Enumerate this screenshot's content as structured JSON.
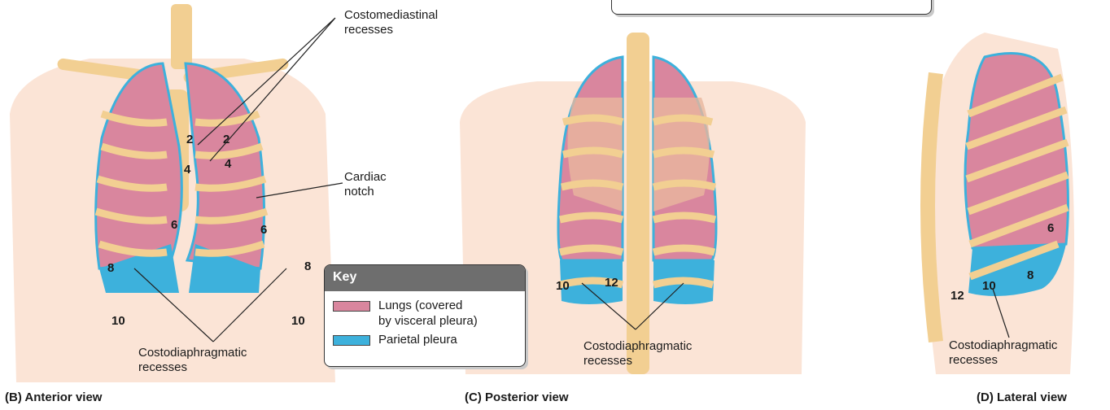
{
  "labels": {
    "costomediastinal": [
      "Costomediastinal",
      "recesses"
    ],
    "cardiac": [
      "Cardiac",
      "notch"
    ],
    "costodiaphragmatic_b": [
      "Costodiaphragmatic",
      "recesses"
    ],
    "costodiaphragmatic_c": [
      "Costodiaphragmatic",
      "recesses"
    ],
    "costodiaphragmatic_d": [
      "Costodiaphragmatic",
      "recesses"
    ]
  },
  "rib_numbers": {
    "anterior": [
      "2",
      "2",
      "4",
      "4",
      "6",
      "6",
      "8",
      "8",
      "10",
      "10"
    ],
    "posterior": [
      "10",
      "12"
    ],
    "lateral": [
      "6",
      "8",
      "10",
      "12"
    ]
  },
  "key": {
    "title": "Key",
    "items": [
      {
        "text": [
          "Lungs (covered",
          "by visceral pleura)"
        ],
        "color": "#d9869e"
      },
      {
        "text": [
          "Parietal pleura"
        ],
        "color": "#3db1dc"
      }
    ]
  },
  "captions": {
    "b": "(B) Anterior view",
    "c": "(C) Posterior view",
    "d": "(D) Lateral view"
  },
  "colors": {
    "skin": "#fbe4d6",
    "bone": "#f2cf92",
    "lung": "#d9869e",
    "pleura": "#3db1dc",
    "pleura_pale": "#b8dded",
    "heart": "#e9b79e"
  }
}
